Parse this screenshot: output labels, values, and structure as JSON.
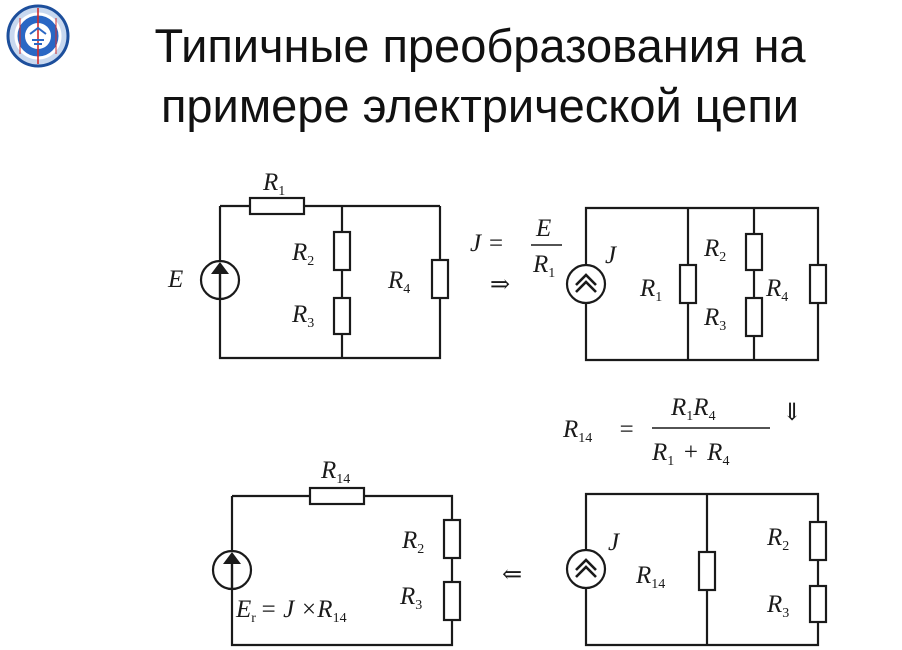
{
  "title": {
    "line1": "Типичные преобразования на",
    "line2": "примере электрической цепи"
  },
  "logo": {
    "icon": "university-emblem-icon"
  },
  "circuit1": {
    "source": "E",
    "r1": "R",
    "r1_sub": "1",
    "r2": "R",
    "r2_sub": "2",
    "r3": "R",
    "r3_sub": "3",
    "r4": "R",
    "r4_sub": "4"
  },
  "step1": {
    "lhs": "J =",
    "num": "E",
    "den": "R",
    "den_sub": "1",
    "arrow": "⇒"
  },
  "circuit2": {
    "source": "J",
    "r1": "R",
    "r1_sub": "1",
    "r2": "R",
    "r2_sub": "2",
    "r3": "R",
    "r3_sub": "3",
    "r4": "R",
    "r4_sub": "4"
  },
  "step2": {
    "lhs": "R",
    "lhs_sub": "14",
    "eq": "=",
    "num_a": "R",
    "num_a_sub": "1",
    "num_b": "R",
    "num_b_sub": "4",
    "den_a": "R",
    "den_a_sub": "1",
    "den_plus": "+",
    "den_b": "R",
    "den_b_sub": "4",
    "arrow": "⇓"
  },
  "circuit3": {
    "source": "J",
    "r14": "R",
    "r14_sub": "14",
    "r2": "R",
    "r2_sub": "2",
    "r3": "R",
    "r3_sub": "3"
  },
  "step3": {
    "arrow": "⇐"
  },
  "circuit4": {
    "r14": "R",
    "r14_sub": "14",
    "r2": "R",
    "r2_sub": "2",
    "r3": "R",
    "r3_sub": "3",
    "eq_lhs": "E",
    "eq_lhs_sub": "r",
    "eq_rhs": "= J ×R",
    "eq_rhs_sub": "14"
  }
}
